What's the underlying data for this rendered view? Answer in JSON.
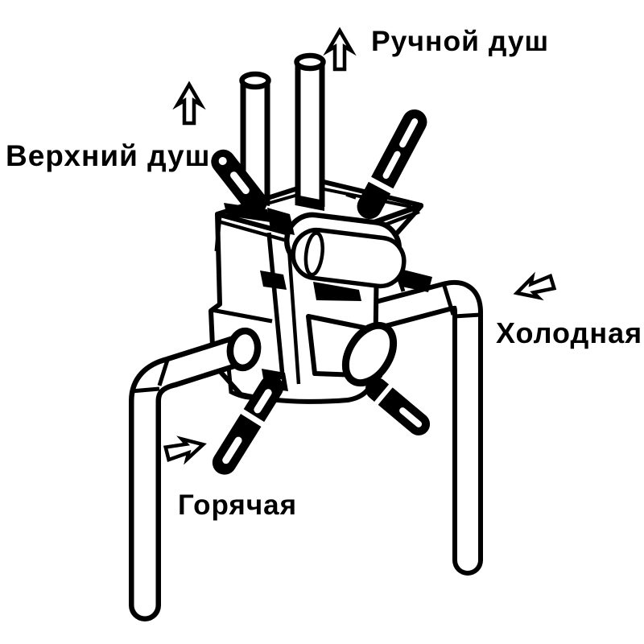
{
  "diagram": {
    "colors": {
      "line": "#000000",
      "background": "#ffffff"
    },
    "labels": {
      "hand_shower": {
        "text": "Ручной душ",
        "arrow": "up-arrow"
      },
      "overhead_shower": {
        "text": "Верхний душ",
        "arrow": "up-arrow"
      },
      "cold_water": {
        "text": "Холодная",
        "arrow": "arrow-into-valve"
      },
      "hot_water": {
        "text": "Горячая",
        "arrow": "arrow-into-valve"
      }
    }
  }
}
